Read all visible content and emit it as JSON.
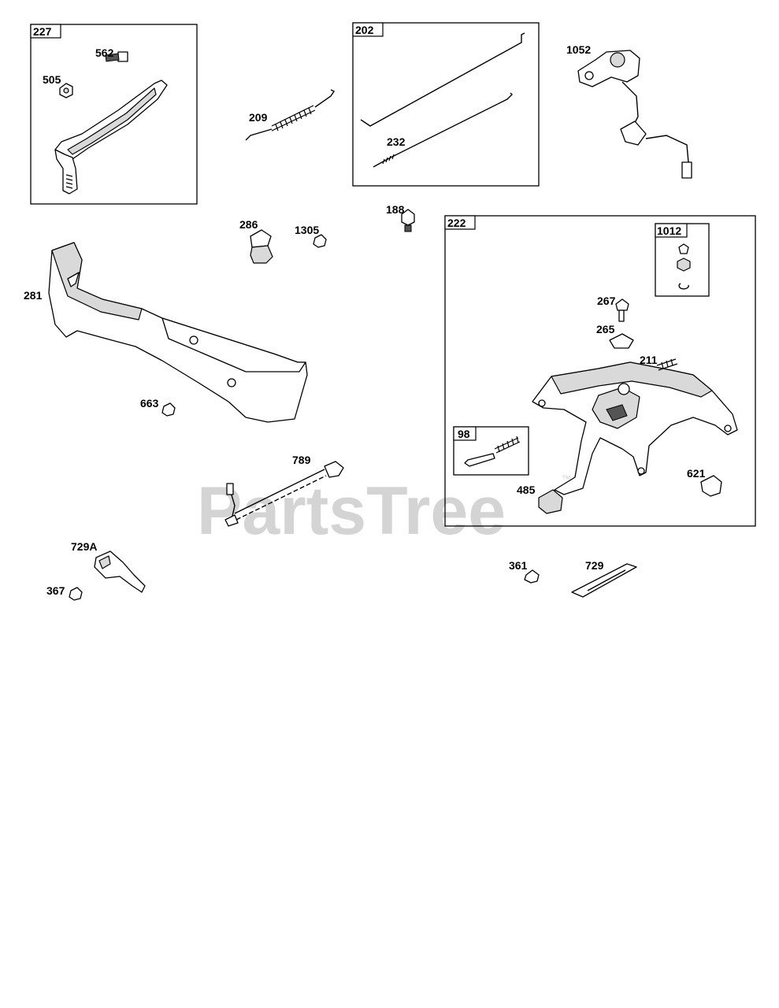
{
  "watermark": {
    "text": "PartsTree",
    "tm": "™"
  },
  "boxes": [
    {
      "id": "227"
    },
    {
      "id": "202"
    },
    {
      "id": "222"
    },
    {
      "id": "1012"
    },
    {
      "id": "98"
    }
  ],
  "callouts": {
    "p562": "562",
    "p505": "505",
    "p209": "209",
    "p232": "232",
    "p1052": "1052",
    "p188": "188",
    "p286": "286",
    "p1305": "1305",
    "p281": "281",
    "p663": "663",
    "p267": "267",
    "p265": "265",
    "p211": "211",
    "p789": "789",
    "p621": "621",
    "p485": "485",
    "p729A": "729A",
    "p367": "367",
    "p361": "361",
    "p729": "729"
  }
}
